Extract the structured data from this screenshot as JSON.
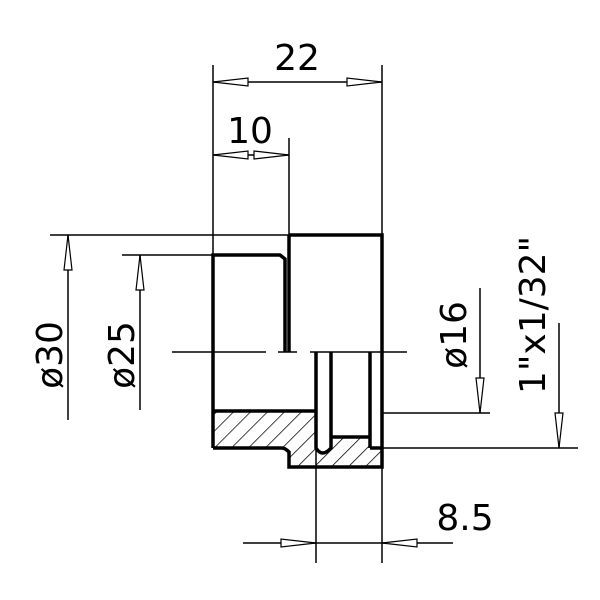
{
  "dimensions": {
    "overall_length": "22",
    "step_length": "10",
    "outer_diameter": "ø30",
    "inner_diameter": "ø25",
    "bore_diameter": "ø16",
    "thread": "1\"x1/32\"",
    "thread_depth": "8.5"
  },
  "colors": {
    "line": "#000000",
    "background": "#ffffff"
  }
}
